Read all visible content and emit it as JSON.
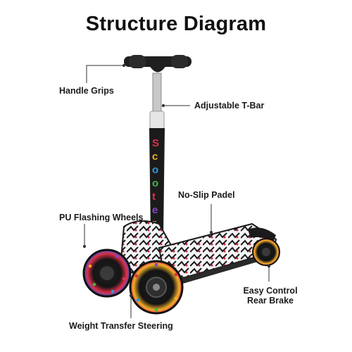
{
  "title": "Structure Diagram",
  "labels": {
    "handle_grips": "Handle Grips",
    "t_bar": "Adjustable T-Bar",
    "padel": "No-Slip Padel",
    "wheels": "PU Flashing Wheels",
    "brake_line1": "Easy Control",
    "brake_line2": "Rear Brake",
    "steering": "Weight Transfer Steering"
  },
  "stem_lettering": "Scooter",
  "colors": {
    "text": "#111111",
    "leader_line": "#333333",
    "scooter_body": "#1b1b1b",
    "wheel_glow": "#e0304a"
  }
}
